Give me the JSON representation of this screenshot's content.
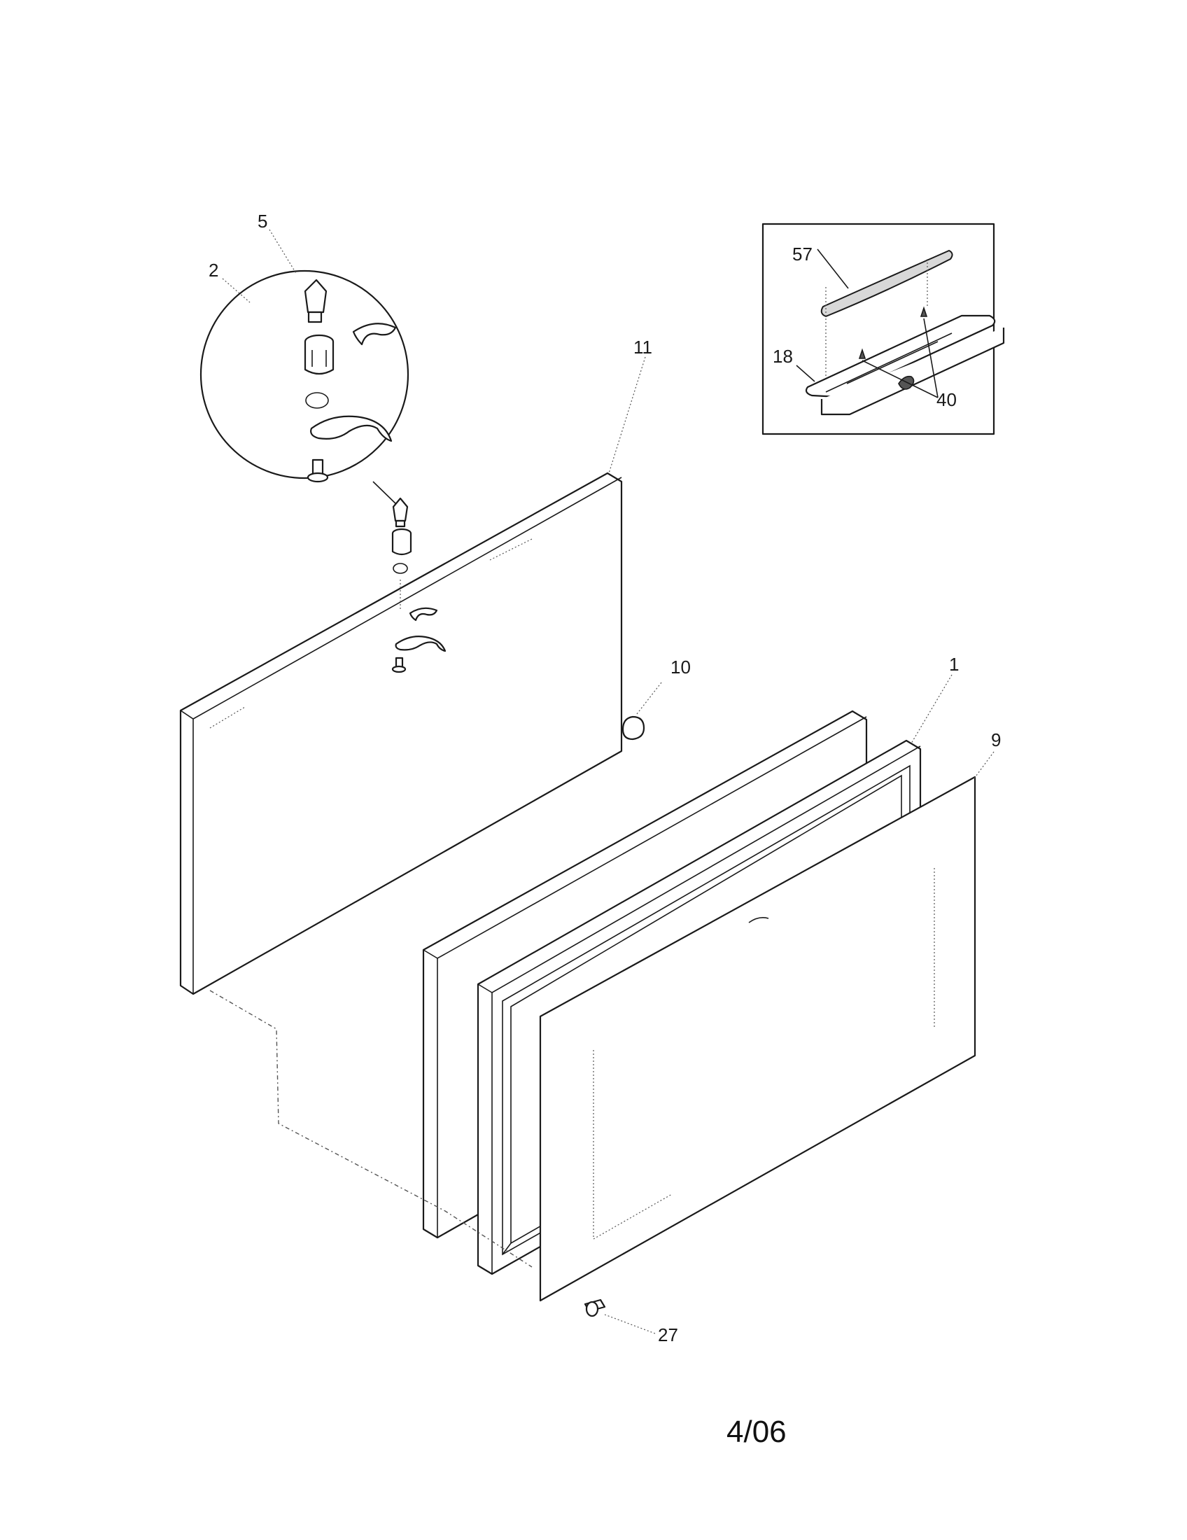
{
  "callouts": {
    "c1": "1",
    "c2": "2",
    "c5": "5",
    "c9": "9",
    "c10": "10",
    "c11": "11",
    "c18": "18",
    "c27": "27",
    "c40": "40",
    "c57": "57"
  },
  "footer": {
    "date": "4/06"
  }
}
